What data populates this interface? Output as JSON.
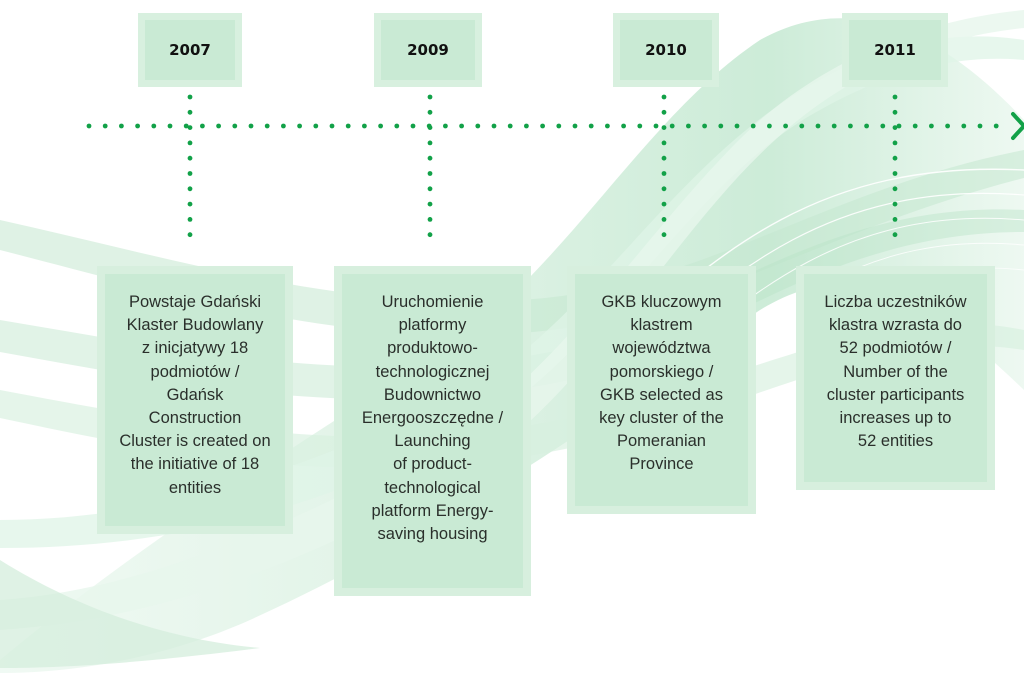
{
  "timeline": {
    "accent_color": "#12a148",
    "events": [
      {
        "year": "2007",
        "lines": [
          "Powstaje Gdański",
          "Klaster Budowlany",
          "z inicjatywy 18",
          "podmiotów /",
          "Gdańsk",
          "Construction",
          "Cluster is created on",
          "the initiative of 18",
          "entities"
        ]
      },
      {
        "year": "2009",
        "lines": [
          "Uruchomienie",
          "platformy",
          "produktowo-",
          "technologicznej",
          "Budownictwo",
          "Energooszczędne /",
          "Launching",
          "of product-",
          "technological",
          "platform Energy-",
          "saving housing"
        ]
      },
      {
        "year": "2010",
        "lines": [
          "GKB kluczowym",
          "klastrem",
          "województwa",
          "pomorskiego /",
          "GKB selected as",
          "key cluster of the",
          "Pomeranian",
          "Province"
        ]
      },
      {
        "year": "2011",
        "lines": [
          "Liczba uczestników",
          "klastra wzrasta do",
          "52 podmiotów /",
          "Number of the",
          "cluster participants",
          "increases up to",
          "52 entities"
        ]
      }
    ]
  }
}
